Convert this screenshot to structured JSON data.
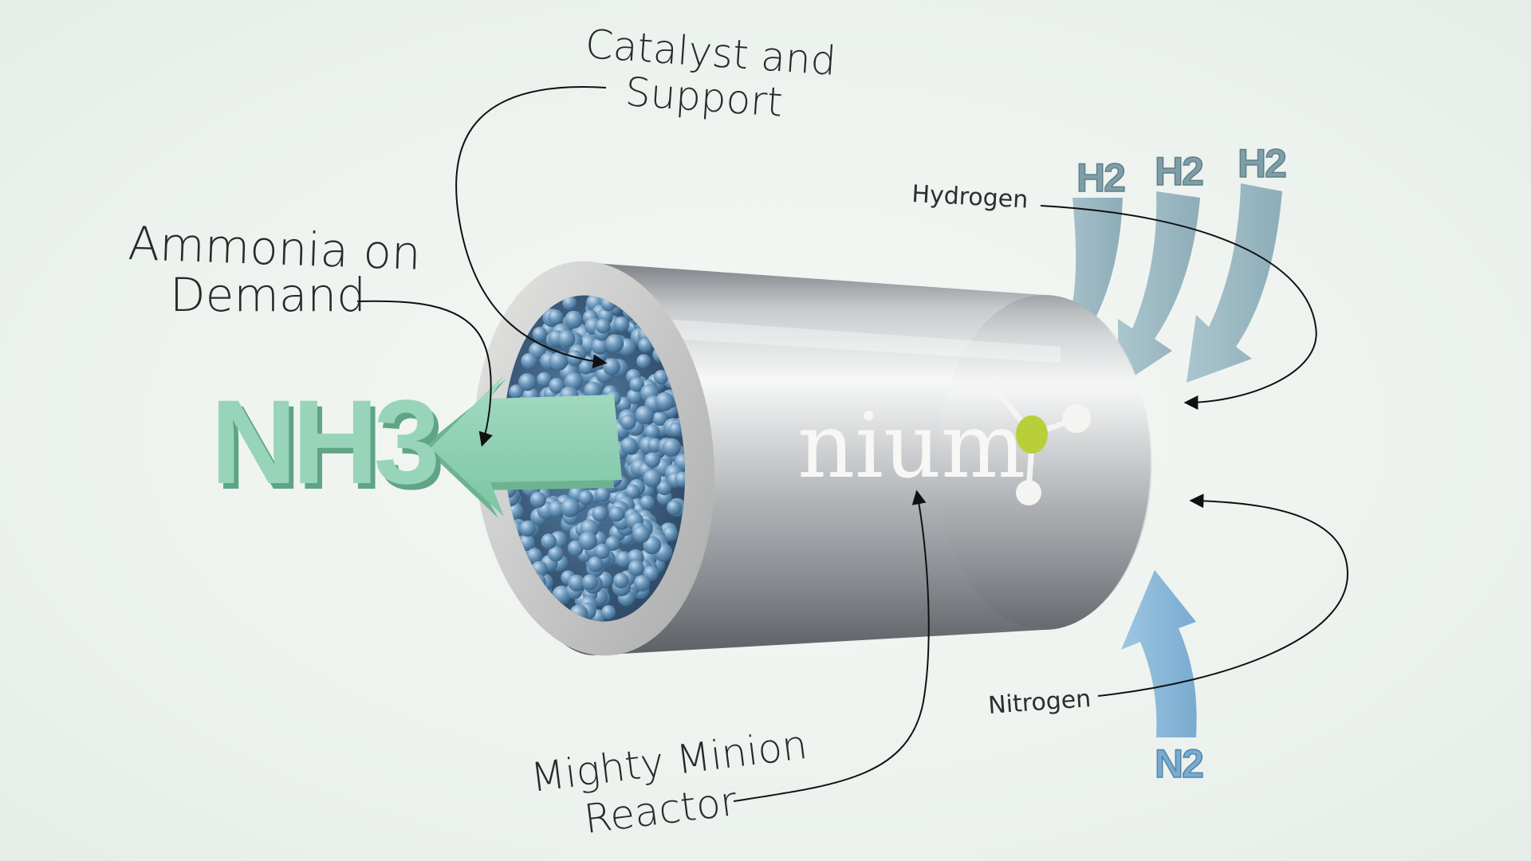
{
  "labels": {
    "catalyst_line1": "Catalyst and",
    "catalyst_line2": "Support",
    "ammonia_line1": "Ammonia on",
    "ammonia_line2": "Demand",
    "reactor_line1": "Mighty Minion",
    "reactor_line2": "Reactor",
    "hydrogen": "Hydrogen",
    "nitrogen": "Nitrogen"
  },
  "products": {
    "nh3": "NH3"
  },
  "inputs": {
    "h2": [
      "H2",
      "H2",
      "H2"
    ],
    "n2": "N2"
  },
  "brand": {
    "name": "nium"
  },
  "colors": {
    "background": "#eef3ef",
    "nh3_green": "#8fd1b4",
    "h2_arrow": "#9bb9c4",
    "n2_arrow": "#8cb9d9",
    "catalyst_bead": "#6f9bbf",
    "reactor_steel": "#b9bcbe",
    "logo_green": "#b9cf3a"
  },
  "icons": {
    "logo": "molecule-icon"
  }
}
